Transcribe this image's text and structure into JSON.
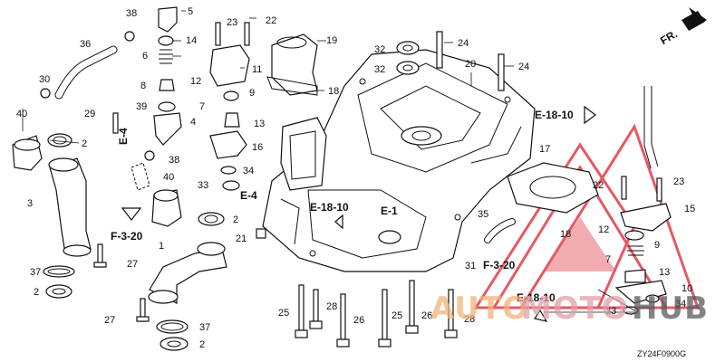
{
  "watermark": {
    "text_a": "AUTO",
    "text_b": "MOTO",
    "text_c": "HUB",
    "color_a": "#f2b27a",
    "color_b": "#e0a0a8",
    "color_c": "#5a5a5a",
    "triangle_color": "#e23b4a"
  },
  "fr_label": "FR.",
  "diagram_code": "ZY24F0900G",
  "references": [
    "E-4",
    "E-4",
    "F-3-20",
    "E-18-10",
    "E-1",
    "E-18-10",
    "F-3-20",
    "E-18-10"
  ],
  "callouts": [
    "38",
    "5",
    "23",
    "22",
    "14",
    "36",
    "19",
    "6",
    "32",
    "24",
    "11",
    "32",
    "24",
    "20",
    "12",
    "30",
    "8",
    "9",
    "39",
    "7",
    "29",
    "4",
    "13",
    "40",
    "2",
    "38",
    "16",
    "3",
    "40",
    "34",
    "33",
    "2",
    "22",
    "23",
    "35",
    "12",
    "15",
    "9",
    "7",
    "21",
    "31",
    "27",
    "1",
    "37",
    "2",
    "27",
    "37",
    "2",
    "25",
    "28",
    "26",
    "25",
    "26",
    "28",
    "33",
    "13",
    "10",
    "34",
    "17",
    "18",
    "18"
  ]
}
